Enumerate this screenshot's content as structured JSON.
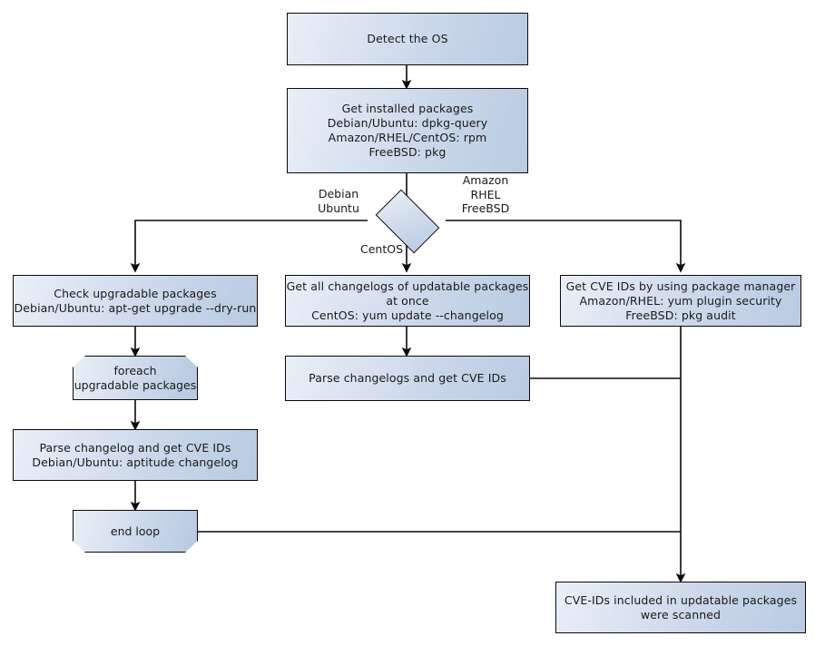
{
  "diagram": {
    "title": "OS package CVE scanning flowchart",
    "background": "#ffffff",
    "node_fill_light": "#e9eff8",
    "node_fill_dark": "#b9cbe3",
    "stroke": "#0a0a0a",
    "nodes": {
      "detect_os": "Detect the OS",
      "get_installed_packages": "Get installed packages\nDebian/Ubuntu: dpkg-query\nAmazon/RHEL/CentOS: rpm\nFreeBSD: pkg",
      "os_decision": "",
      "check_upgradable": "Check upgradable packages\nDebian/Ubuntu: apt-get upgrade --dry-run",
      "get_all_changelogs": "Get all changelogs of updatable packages at once\nCentOS: yum update --changelog",
      "get_cve_ids_pkgmgr": "Get CVE IDs by using package manager\nAmazon/RHEL: yum plugin security\nFreeBSD: pkg audit",
      "foreach_loop_start": "foreach\nupgradable  packages",
      "parse_changelog_single": "Parse changelog and get  CVE IDs\nDebian/Ubuntu: aptitude changelog",
      "parse_changelogs_multi": "Parse changelogs and get CVE IDs",
      "loop_end": "end loop",
      "scan_complete": "CVE-IDs included in updatable packages\nwere scanned"
    },
    "edge_labels": {
      "branch_left": "Debian\nUbuntu",
      "branch_right": "Amazon\nRHEL\nFreeBSD",
      "branch_down": "CentOS"
    }
  }
}
